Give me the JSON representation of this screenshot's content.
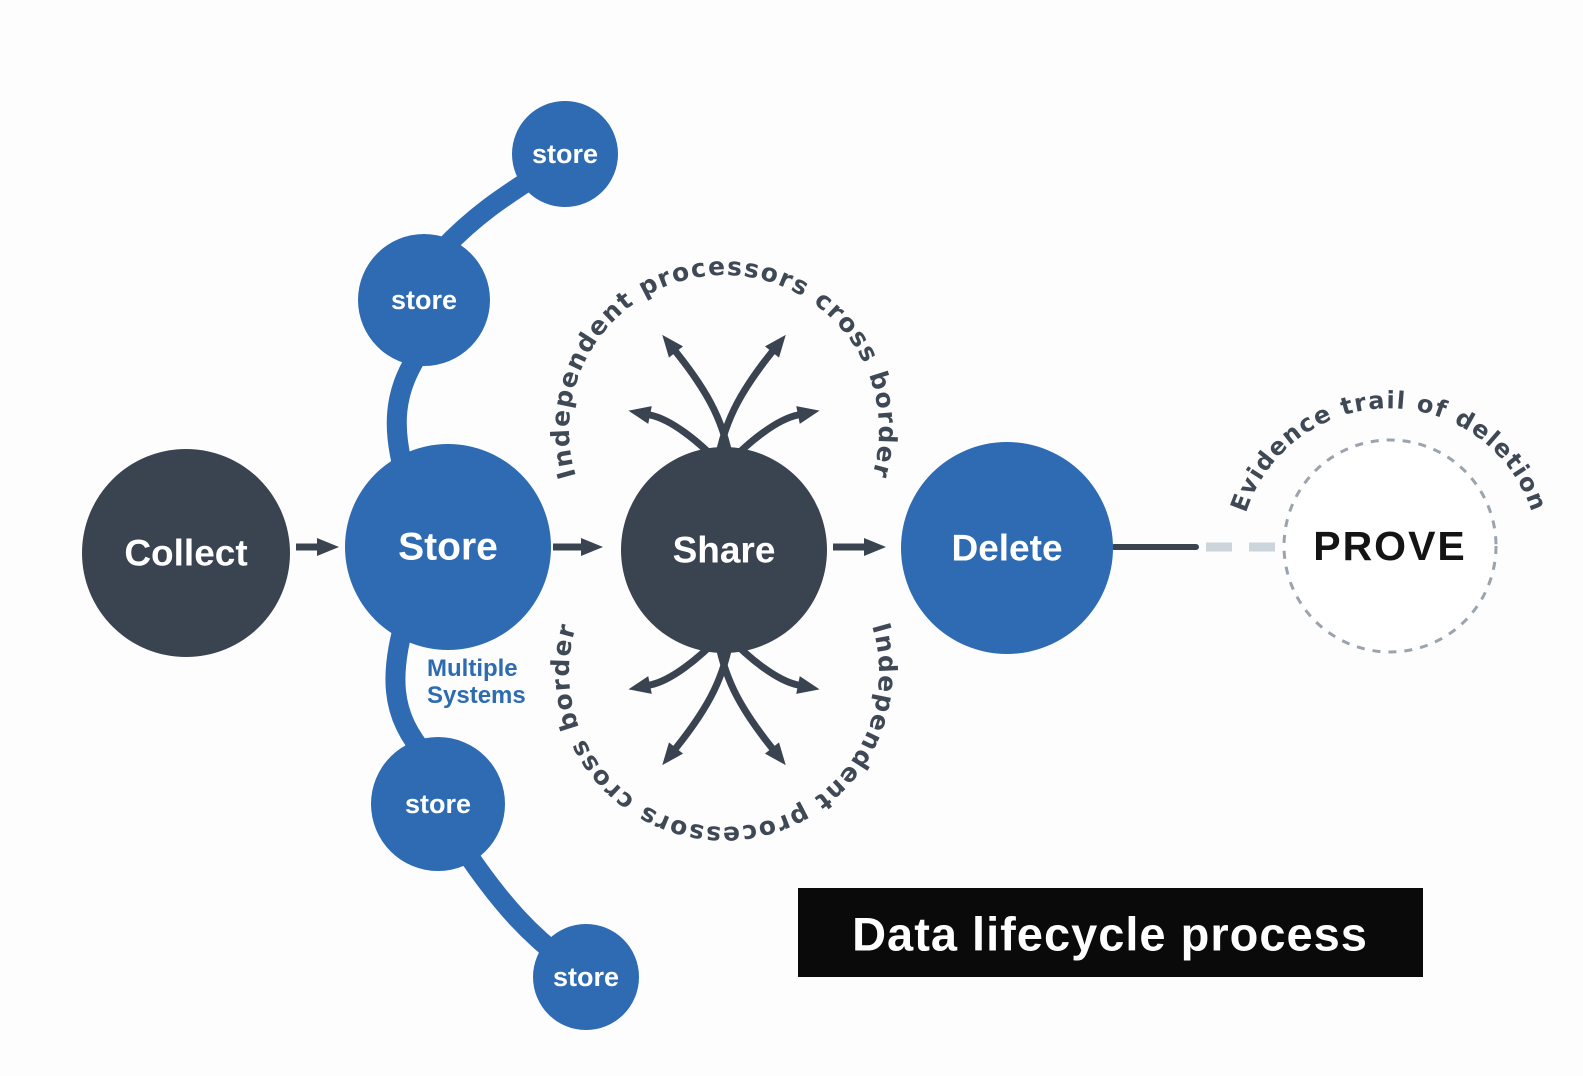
{
  "diagram": {
    "banner": {
      "label": "Data lifecycle process",
      "bg": "#0a0a0a",
      "text_color": "#ffffff"
    },
    "nodes": {
      "collect": {
        "label": "Collect",
        "color": "#3a4350"
      },
      "store": {
        "label": "Store",
        "color": "#2e6bb2"
      },
      "share": {
        "label": "Share",
        "color": "#3a4350"
      },
      "delete": {
        "label": "Delete",
        "color": "#2e6bb2"
      },
      "prove": {
        "label": "PROVE",
        "color": "#ffffff"
      }
    },
    "store_note": {
      "line1": "Multiple",
      "line2": "Systems"
    },
    "satellites": [
      {
        "label": "store"
      },
      {
        "label": "store"
      },
      {
        "label": "store"
      },
      {
        "label": "store"
      }
    ],
    "arc_labels": {
      "share_top": "Independent processors cross border",
      "share_bottom": "Independent processors cross border",
      "prove": "Evidence trail of deletion"
    },
    "colors": {
      "primary_blue": "#2e6bb2",
      "dark_slate": "#3a4350",
      "arc_text": "#3f4956",
      "note_blue": "#2d6cb0",
      "dashed_circle_border": "#9ba3ac",
      "connector_dash_gray": "#ccd5dc"
    }
  }
}
